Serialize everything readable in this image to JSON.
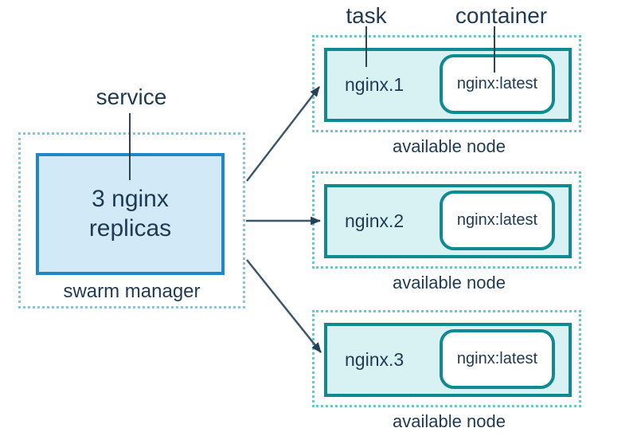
{
  "diagram": {
    "title_implied": "docker swarm service replicas",
    "annotations": {
      "service": "service",
      "task": "task",
      "container": "container"
    },
    "manager": {
      "service_box_text": "3 nginx replicas",
      "caption": "swarm manager"
    },
    "nodes": [
      {
        "task_name": "nginx.1",
        "container_image": "nginx:latest",
        "caption": "available node"
      },
      {
        "task_name": "nginx.2",
        "container_image": "nginx:latest",
        "caption": "available node"
      },
      {
        "task_name": "nginx.3",
        "container_image": "nginx:latest",
        "caption": "available node"
      }
    ],
    "colors": {
      "service_border": "#1f88c9",
      "service_fill": "#d2e9f8",
      "manager_dotted_border": "#85c4e9",
      "node_solid_border": "#0f8a90",
      "node_fill": "#d8f2f3",
      "node_dotted_border": "#68c9c8",
      "container_fill": "#ffffff",
      "text": "#1f3a53",
      "arrow": "#3c566a",
      "arrowhead": "#24405a",
      "background": "#ffffff"
    }
  }
}
